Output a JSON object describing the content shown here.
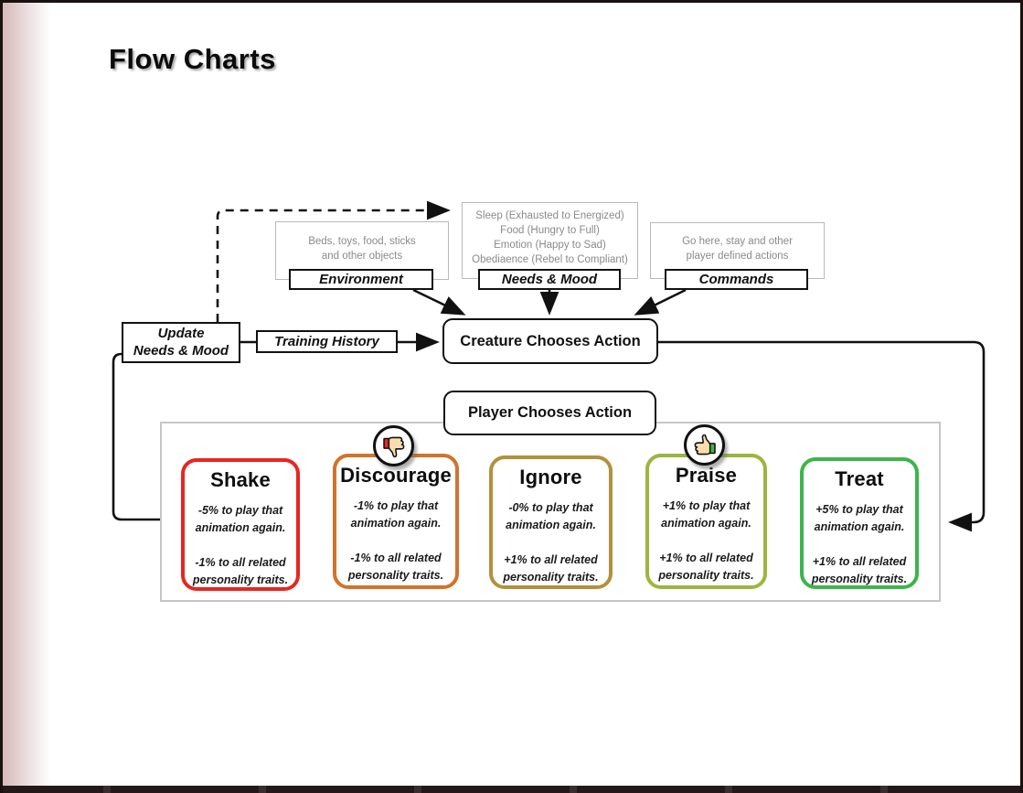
{
  "slide": {
    "title": "Flow Charts"
  },
  "groups": {
    "environment": {
      "note": "Beds, toys, food, sticks\nand other objects",
      "label": "Environment"
    },
    "needs_mood": {
      "note": "Sleep (Exhausted to Energized)\nFood (Hungry to Full)\nEmotion (Happy to Sad)\nObediaence (Rebel to Compliant)",
      "label": "Needs & Mood"
    },
    "commands": {
      "note": "Go here, stay and other\nplayer defined actions",
      "label": "Commands"
    }
  },
  "nodes": {
    "update": "Update\nNeeds & Mood",
    "training_history": "Training History",
    "creature": "Creature Chooses Action",
    "player": "Player Chooses Action"
  },
  "actions": [
    {
      "title": "Shake",
      "para1": "-5% to play that animation again.",
      "para2": "-1% to all related personality traits.",
      "color": "#e8261f",
      "icon": "none"
    },
    {
      "title": "Discourage",
      "para1": "-1% to play that animation again.",
      "para2": "-1% to all related personality traits.",
      "color": "#d4722a",
      "icon": "thumbs-down"
    },
    {
      "title": "Ignore",
      "para1": "-0% to play that animation again.",
      "para2": "+1% to all related personality traits.",
      "color": "#b3913c",
      "icon": "none"
    },
    {
      "title": "Praise",
      "para1": "+1% to play that animation again.",
      "para2": "+1% to all related personality traits.",
      "color": "#9cb53e",
      "icon": "thumbs-up"
    },
    {
      "title": "Treat",
      "para1": "+5% to play that animation again.",
      "para2": "+1% to all related personality traits.",
      "color": "#3cb54a",
      "icon": "none"
    }
  ],
  "icons": {
    "thumbs_down_cuff": "#e8261f",
    "thumbs_up_cuff": "#3cb54a",
    "hand_fill": "#f6deae",
    "line_color": "#111111"
  }
}
